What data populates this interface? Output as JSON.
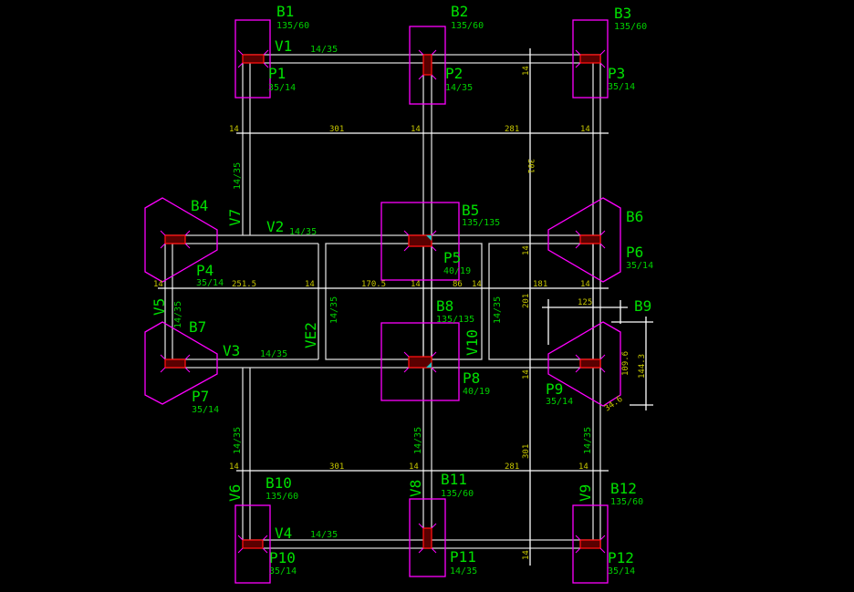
{
  "colors": {
    "background": "#000000",
    "walls": "#d8d8d8",
    "footings": "#ff00ff",
    "pillars": "#5a0000",
    "pillar_outline": "#ff1010",
    "labels": "#00e000",
    "dimensions": "#c8c800"
  },
  "footings": {
    "B1": {
      "name": "B1",
      "size": "135/60"
    },
    "B2": {
      "name": "B2",
      "size": "135/60"
    },
    "B3": {
      "name": "B3",
      "size": "135/60"
    },
    "B4": {
      "name": "B4"
    },
    "B5": {
      "name": "B5",
      "size": "135/135"
    },
    "B6": {
      "name": "B6"
    },
    "B7": {
      "name": "B7"
    },
    "B8": {
      "name": "B8",
      "size": "135/135"
    },
    "B9": {
      "name": "B9"
    },
    "B10": {
      "name": "B10",
      "size": "135/60"
    },
    "B11": {
      "name": "B11",
      "size": "135/60"
    },
    "B12": {
      "name": "B12",
      "size": "135/60"
    }
  },
  "pillars": {
    "P1": {
      "name": "P1",
      "size": "35/14"
    },
    "P2": {
      "name": "P2",
      "size": "14/35"
    },
    "P3": {
      "name": "P3",
      "size": "35/14"
    },
    "P4": {
      "name": "P4",
      "size": "35/14"
    },
    "P5": {
      "name": "P5",
      "size": "40/19"
    },
    "P6": {
      "name": "P6",
      "size": "35/14"
    },
    "P7": {
      "name": "P7",
      "size": "35/14"
    },
    "P8": {
      "name": "P8",
      "size": "40/19"
    },
    "P9": {
      "name": "P9",
      "size": "35/14"
    },
    "P10": {
      "name": "P10",
      "size": "35/14"
    },
    "P11": {
      "name": "P11",
      "size": "14/35"
    },
    "P12": {
      "name": "P12",
      "size": "35/14"
    }
  },
  "beams": {
    "V1": {
      "name": "V1",
      "size": "14/35"
    },
    "V2": {
      "name": "V2",
      "size": "14/35"
    },
    "V3": {
      "name": "V3",
      "size": "14/35"
    },
    "V4": {
      "name": "V4",
      "size": "14/35"
    },
    "V5": {
      "name": "V5",
      "size": "14/35"
    },
    "V6": {
      "name": "V6",
      "size": "14/35"
    },
    "V7": {
      "name": "V7",
      "size": "14/35"
    },
    "V8": {
      "name": "V8",
      "size": "14/35"
    },
    "V9": {
      "name": "V9",
      "size": "14/35"
    },
    "V10": {
      "name": "V10",
      "size": "14/35"
    },
    "VE2": {
      "name": "VE2",
      "size": "14/35"
    }
  },
  "dimensions": {
    "top_row": [
      "14",
      "301",
      "14",
      "281",
      "14"
    ],
    "mid_row": [
      "14",
      "251.5",
      "14",
      "170.5",
      "14",
      "86",
      "14",
      "181",
      "14"
    ],
    "bottom_row": [
      "14",
      "301",
      "14",
      "281",
      "14"
    ],
    "vertical": [
      "14",
      "301",
      "14",
      "201",
      "14",
      "301",
      "14"
    ],
    "b9": [
      "125",
      "109.6",
      "144.3",
      "34.6"
    ]
  }
}
